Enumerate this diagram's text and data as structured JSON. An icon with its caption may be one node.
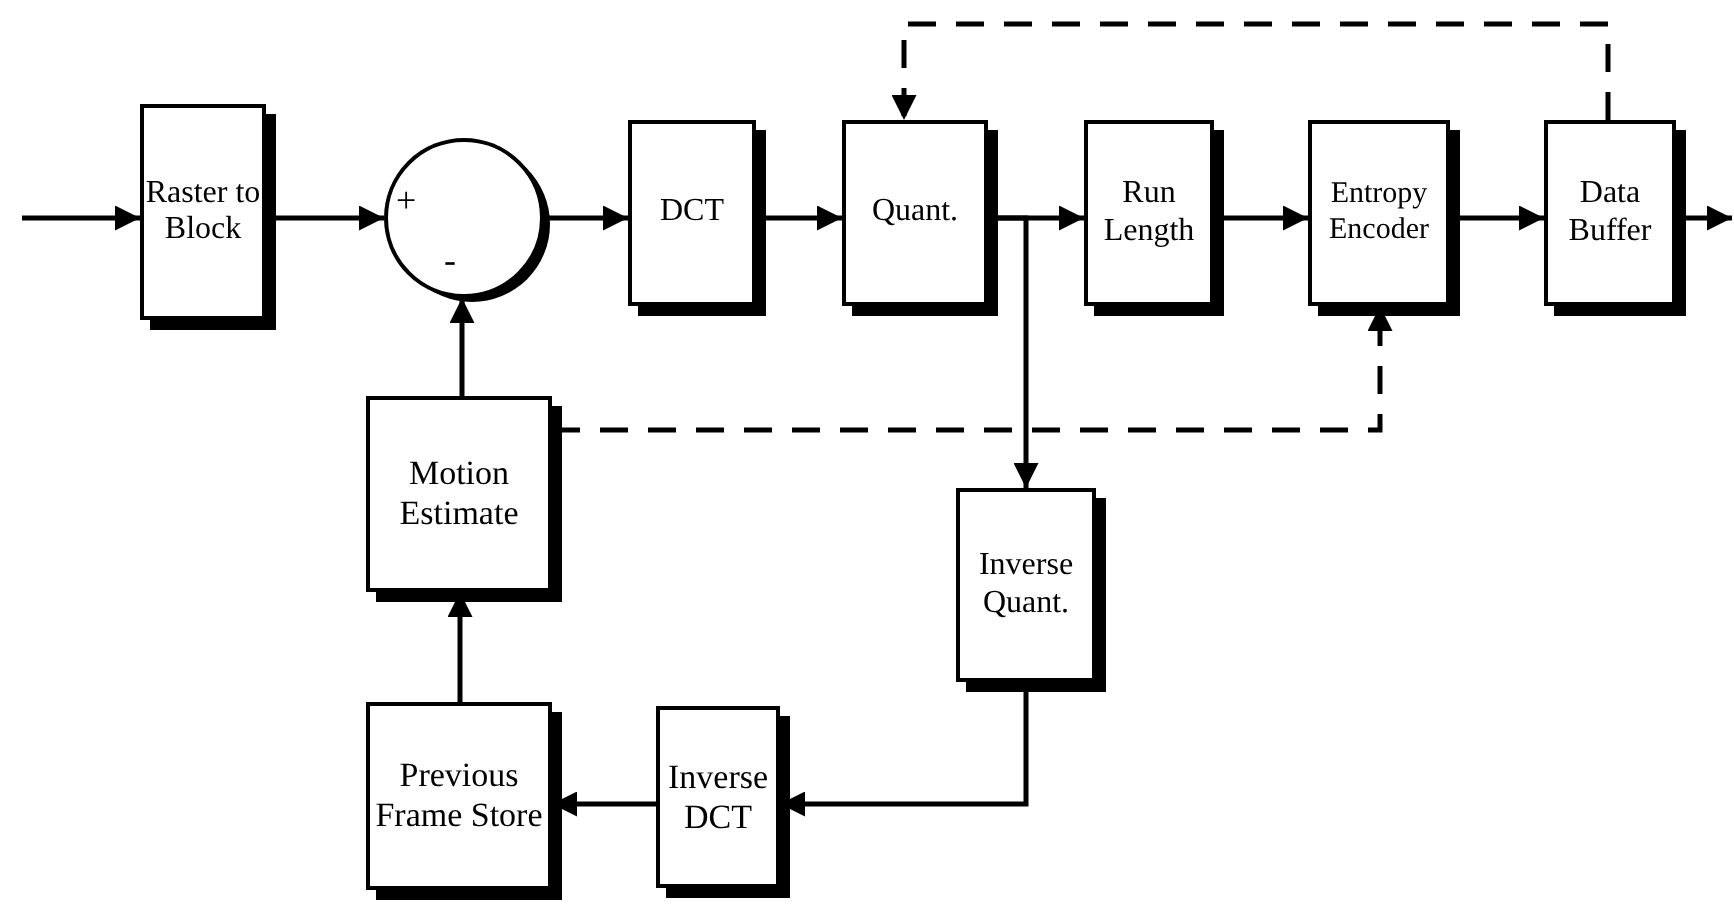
{
  "diagram": {
    "nodes": [
      {
        "text": [
          "Raster to Block"
        ]
      },
      {
        "text": [
          "+",
          "-"
        ]
      },
      {
        "text": [
          "DCT"
        ]
      },
      {
        "text": [
          "Quant."
        ]
      },
      {
        "text": [
          "Run Length"
        ]
      },
      {
        "text": [
          "Entropy Encoder"
        ]
      },
      {
        "text": [
          "Data Buffer"
        ]
      },
      {
        "text": [
          "Motion Estimate"
        ]
      },
      {
        "text": [
          "Inverse Quant."
        ]
      },
      {
        "text": [
          "Previous Frame Store"
        ]
      },
      {
        "text": [
          "Inverse DCT"
        ]
      }
    ],
    "edges": [
      {
        "from": null,
        "to": 0,
        "arrow": "to"
      },
      {
        "from": 0,
        "to": 1,
        "arrow": "to"
      },
      {
        "from": 1,
        "to": 2,
        "arrow": "to"
      },
      {
        "from": 2,
        "to": 3,
        "arrow": "to"
      },
      {
        "from": 3,
        "to": 4,
        "arrow": "to"
      },
      {
        "from": 4,
        "to": 5,
        "arrow": "to"
      },
      {
        "from": 5,
        "to": 6,
        "arrow": "to"
      },
      {
        "from": 6,
        "to": null,
        "arrow": "to"
      },
      {
        "from": 3,
        "to": 8,
        "arrow": "to"
      },
      {
        "from": 8,
        "to": 10,
        "arrow": "to"
      },
      {
        "from": 10,
        "to": 9,
        "arrow": "to"
      },
      {
        "from": 9,
        "to": 7,
        "arrow": "to"
      },
      {
        "from": 7,
        "to": 1,
        "arrow": "to"
      },
      {
        "from": 6,
        "to": 3,
        "arrow": "to",
        "style": "dashed"
      },
      {
        "from": 7,
        "to": 5,
        "arrow": "to",
        "style": "dashed"
      }
    ]
  }
}
